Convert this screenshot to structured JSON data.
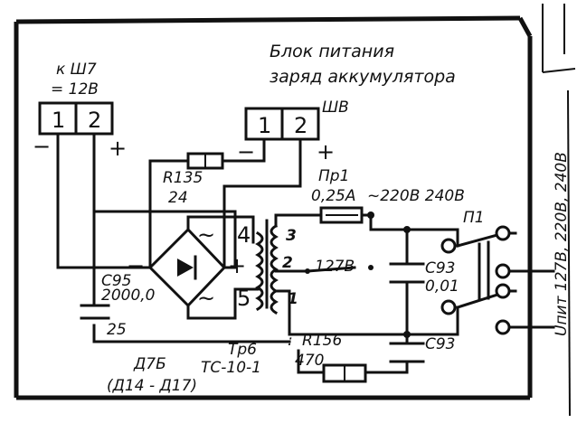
{
  "title": {
    "line1": "Блок питания",
    "line2": "заряд аккумулятора"
  },
  "connector_sh7": {
    "label": "к Ш7",
    "voltage": "= 12В",
    "pin1": "1",
    "pin2": "2",
    "minus": "−",
    "plus": "+"
  },
  "connector_sh6": {
    "label": "ШВ",
    "pin1": "1",
    "pin2": "2",
    "minus": "−",
    "plus": "+"
  },
  "resistor_r135": {
    "ref": "R135",
    "value": "24"
  },
  "capacitor_c95": {
    "ref": "С95",
    "value": "2000,0",
    "voltage": "25"
  },
  "diode_bridge": {
    "ref": "Д7Б",
    "range": "(Д14 - Д17)",
    "tilde_top": "~",
    "tilde_bottom": "~",
    "plus": "+",
    "minus": "−"
  },
  "transformer": {
    "ref": "Тр6",
    "type": "ТС-10-1",
    "pin4": "4",
    "pin5": "5",
    "pin3": "3",
    "pin2": "2",
    "pin1": "1"
  },
  "fuse": {
    "ref": "Пр1",
    "value": "0,25А",
    "voltage_text": "~220В 240В"
  },
  "tap_127": {
    "label": "127В"
  },
  "capacitor_c93_main": {
    "ref": "С93",
    "value": "0,01"
  },
  "capacitor_c93_bottom": {
    "ref": "С93"
  },
  "resistor_r156": {
    "ref": "R156",
    "value": "470"
  },
  "switch_p1": {
    "ref": "П1"
  },
  "mains_label": {
    "text": "Uпит 127В, 220В, 240В"
  }
}
